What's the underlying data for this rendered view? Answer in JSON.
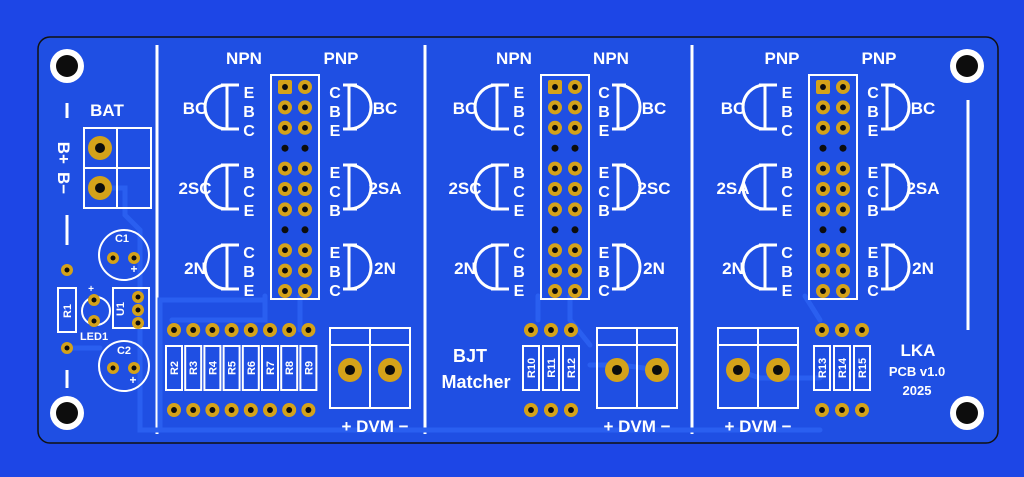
{
  "colors": {
    "background": "#1d46e6",
    "board": "#1f4fe3",
    "trace": "#2a5ff0",
    "silk": "#ffffff",
    "pad": "#d4a21a",
    "hole": "#0d0d0d",
    "edge": "#111111"
  },
  "battery": {
    "title": "BAT",
    "plus": "B+",
    "minus": "B−"
  },
  "components": {
    "r1": "R1",
    "u1": "U1",
    "led1": "LED1",
    "c1": "C1",
    "c2": "C2",
    "plus": "+"
  },
  "sections": [
    {
      "left_title": "NPN",
      "right_title": "PNP",
      "left_rows": [
        {
          "family": "BC",
          "pins": [
            "E",
            "B",
            "C"
          ]
        },
        {
          "family": "2SC",
          "pins": [
            "B",
            "C",
            "E"
          ]
        },
        {
          "family": "2N",
          "pins": [
            "C",
            "B",
            "E"
          ]
        }
      ],
      "right_rows": [
        {
          "family": "BC",
          "pins": [
            "C",
            "B",
            "E"
          ]
        },
        {
          "family": "2SA",
          "pins": [
            "E",
            "C",
            "B"
          ]
        },
        {
          "family": "2N",
          "pins": [
            "E",
            "B",
            "C"
          ]
        }
      ],
      "resistors": [
        "R2",
        "R3",
        "R4",
        "R5",
        "R6",
        "R7",
        "R8",
        "R9"
      ],
      "dvm": "+ DVM −"
    },
    {
      "left_title": "NPN",
      "right_title": "NPN",
      "left_rows": [
        {
          "family": "BC",
          "pins": [
            "E",
            "B",
            "C"
          ]
        },
        {
          "family": "2SC",
          "pins": [
            "B",
            "C",
            "E"
          ]
        },
        {
          "family": "2N",
          "pins": [
            "C",
            "B",
            "E"
          ]
        }
      ],
      "right_rows": [
        {
          "family": "BC",
          "pins": [
            "C",
            "B",
            "E"
          ]
        },
        {
          "family": "2SC",
          "pins": [
            "E",
            "C",
            "B"
          ]
        },
        {
          "family": "2N",
          "pins": [
            "E",
            "B",
            "C"
          ]
        }
      ],
      "resistors": [
        "R10",
        "R11",
        "R12"
      ],
      "dvm": "+ DVM −",
      "title_line1": "BJT",
      "title_line2": "Matcher"
    },
    {
      "left_title": "PNP",
      "right_title": "PNP",
      "left_rows": [
        {
          "family": "BC",
          "pins": [
            "E",
            "B",
            "C"
          ]
        },
        {
          "family": "2SA",
          "pins": [
            "B",
            "C",
            "E"
          ]
        },
        {
          "family": "2N",
          "pins": [
            "C",
            "B",
            "E"
          ]
        }
      ],
      "right_rows": [
        {
          "family": "BC",
          "pins": [
            "C",
            "B",
            "E"
          ]
        },
        {
          "family": "2SA",
          "pins": [
            "E",
            "C",
            "B"
          ]
        },
        {
          "family": "2N",
          "pins": [
            "E",
            "B",
            "C"
          ]
        }
      ],
      "resistors": [
        "R13",
        "R14",
        "R15"
      ],
      "dvm": "+ DVM −"
    }
  ],
  "credit": {
    "author": "LKA",
    "version": "PCB v1.0",
    "year": "2025"
  }
}
